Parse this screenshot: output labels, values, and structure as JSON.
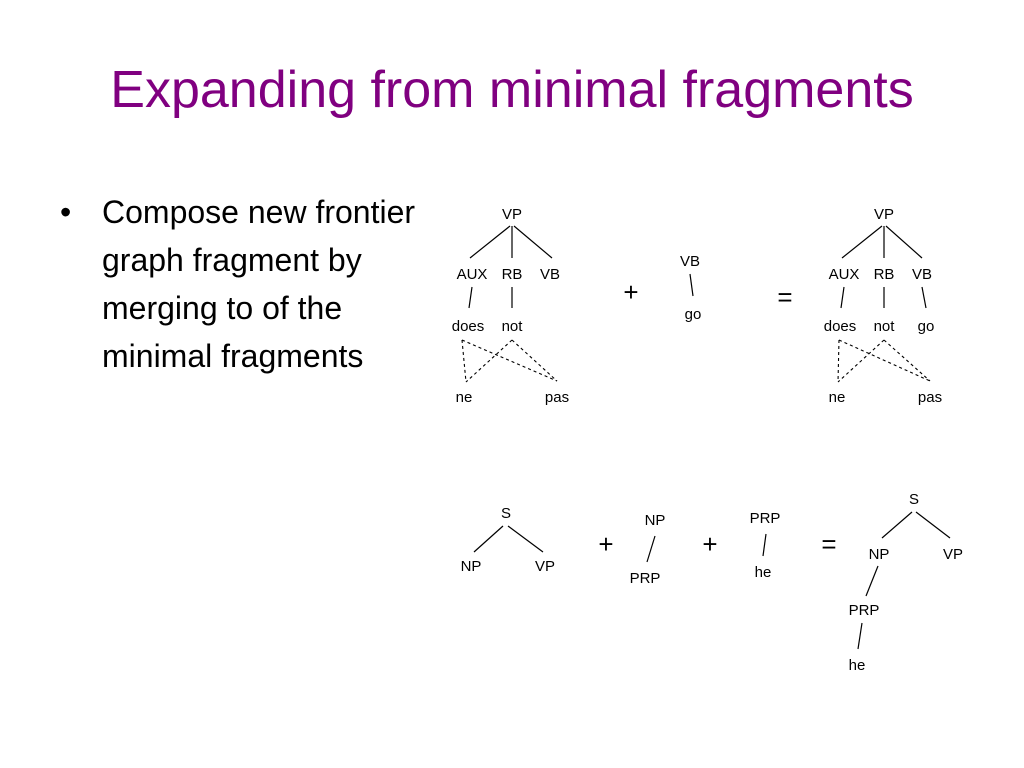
{
  "title": "Expanding from minimal fragments",
  "bullets": [
    {
      "marker": "•",
      "text": "Compose new frontier graph fragment by merging to of the minimal fragments"
    }
  ],
  "operators": {
    "plus": "+",
    "equals": "="
  },
  "examples": [
    {
      "fragments": [
        {
          "nodes": [
            {
              "id": "vp",
              "label": "VP"
            },
            {
              "id": "aux",
              "label": "AUX"
            },
            {
              "id": "rb",
              "label": "RB"
            },
            {
              "id": "vb",
              "label": "VB"
            },
            {
              "id": "does",
              "label": "does"
            },
            {
              "id": "not",
              "label": "not"
            },
            {
              "id": "ne",
              "label": "ne"
            },
            {
              "id": "pas",
              "label": "pas"
            }
          ]
        },
        {
          "nodes": [
            {
              "id": "vb",
              "label": "VB"
            },
            {
              "id": "go",
              "label": "go"
            }
          ]
        }
      ],
      "result": {
        "nodes": [
          {
            "id": "vp",
            "label": "VP"
          },
          {
            "id": "aux",
            "label": "AUX"
          },
          {
            "id": "rb",
            "label": "RB"
          },
          {
            "id": "vb",
            "label": "VB"
          },
          {
            "id": "does",
            "label": "does"
          },
          {
            "id": "not",
            "label": "not"
          },
          {
            "id": "go",
            "label": "go"
          },
          {
            "id": "ne",
            "label": "ne"
          },
          {
            "id": "pas",
            "label": "pas"
          }
        ]
      }
    },
    {
      "fragments": [
        {
          "nodes": [
            {
              "id": "s",
              "label": "S"
            },
            {
              "id": "np",
              "label": "NP"
            },
            {
              "id": "vp",
              "label": "VP"
            }
          ]
        },
        {
          "nodes": [
            {
              "id": "np",
              "label": "NP"
            },
            {
              "id": "prp",
              "label": "PRP"
            }
          ]
        },
        {
          "nodes": [
            {
              "id": "prp",
              "label": "PRP"
            },
            {
              "id": "he",
              "label": "he"
            }
          ]
        }
      ],
      "result": {
        "nodes": [
          {
            "id": "s",
            "label": "S"
          },
          {
            "id": "np",
            "label": "NP"
          },
          {
            "id": "vp",
            "label": "VP"
          },
          {
            "id": "prp",
            "label": "PRP"
          },
          {
            "id": "he",
            "label": "he"
          }
        ]
      }
    }
  ]
}
